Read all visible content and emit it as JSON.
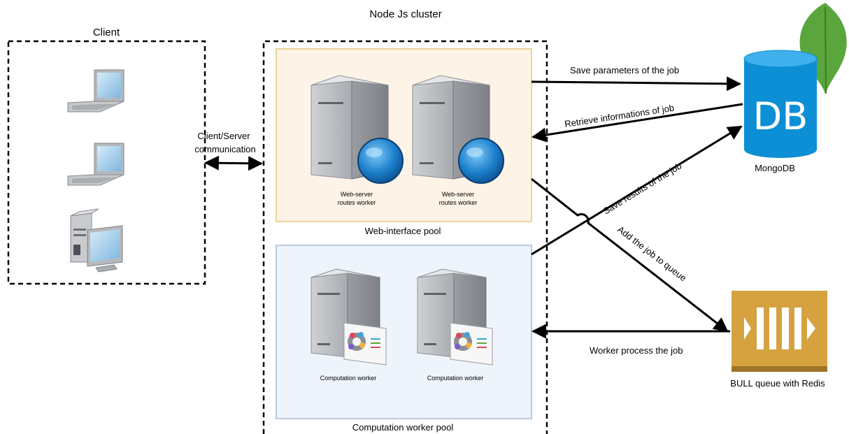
{
  "cluster_title": "Node Js cluster",
  "client": {
    "title": "Client"
  },
  "client_server": {
    "line1": "Client/Server",
    "line2": "communication"
  },
  "web_pool": {
    "label": "Web-interface pool",
    "workers": [
      {
        "line1": "Web-server",
        "line2": "routes worker"
      },
      {
        "line1": "Web-server",
        "line2": "routes worker"
      }
    ]
  },
  "computation_pool": {
    "label": "Computation worker pool",
    "workers": [
      {
        "label": "Computation worker"
      },
      {
        "label": "Computation worker"
      }
    ]
  },
  "mongodb": {
    "icon_text": "DB",
    "label": "MongoDB"
  },
  "queue": {
    "label": "BULL queue with Redis"
  },
  "arrows": {
    "save_params": "Save parameters of the job",
    "retrieve_info": "Retrieve informations of job",
    "save_results": "Save results of the job",
    "add_job": "Add the job to queue",
    "worker_process": "Worker process the job"
  },
  "colors": {
    "web_pool_fill": "#fdf3e7",
    "web_pool_border": "#ecd39b",
    "comp_pool_fill": "#eef4fb",
    "comp_pool_border": "#b7cbe0",
    "mongo_blue": "#0d8fd6",
    "mongo_leaf": "#5aa63c",
    "queue_gold": "#d5a23f"
  }
}
